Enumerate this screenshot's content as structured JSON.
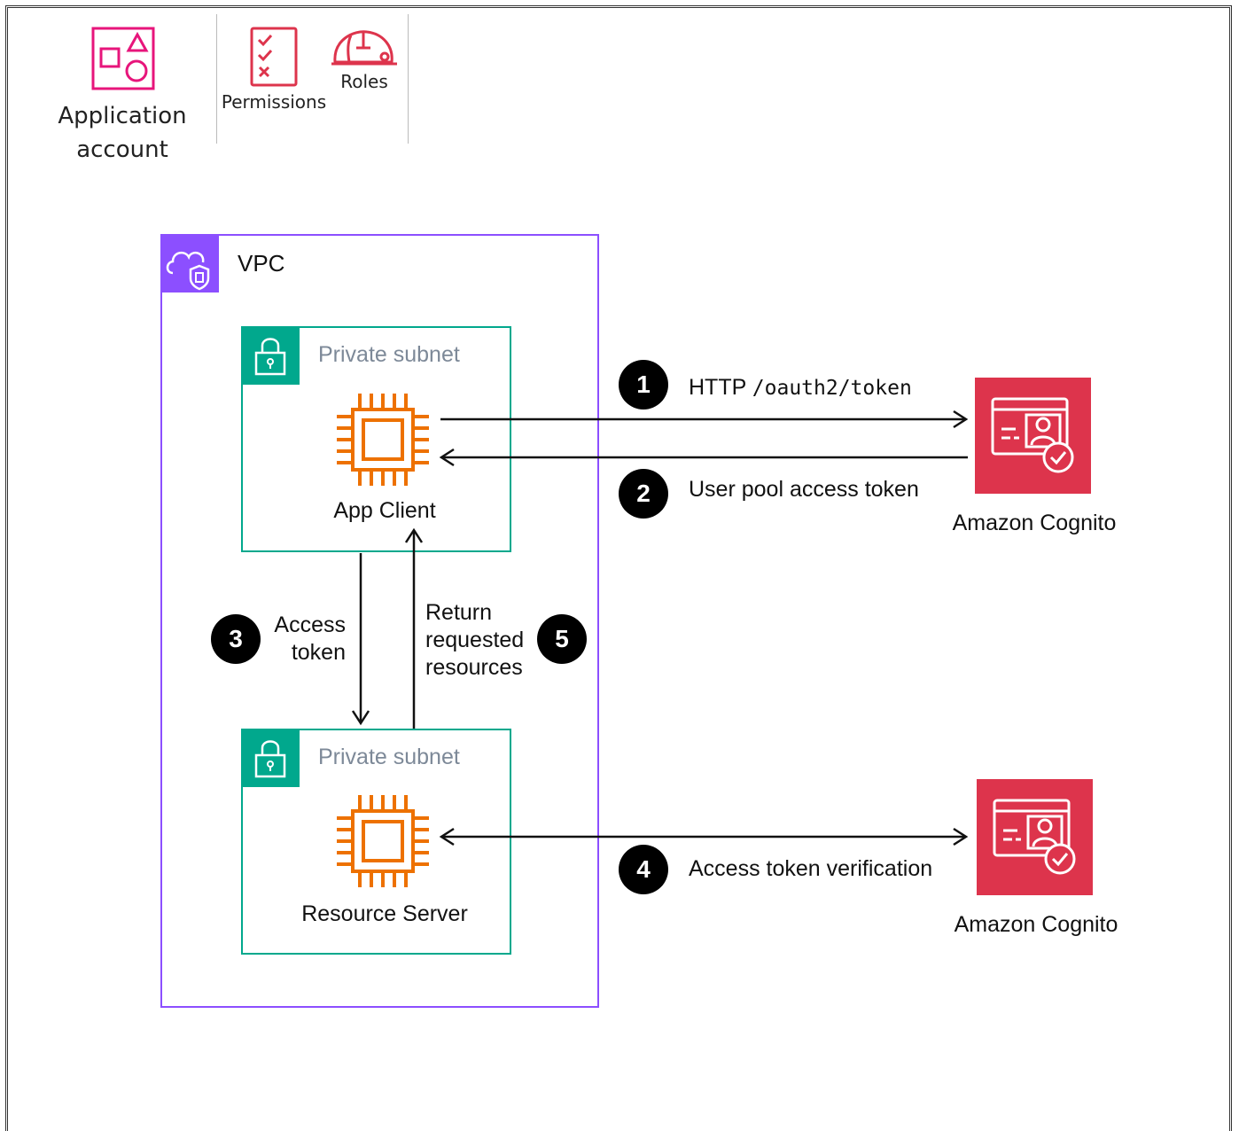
{
  "header": {
    "account_label_line1": "Application",
    "account_label_line2": "account",
    "permissions_label": "Permissions",
    "roles_label": "Roles",
    "icons": [
      "application-account-icon",
      "permissions-icon",
      "roles-icon"
    ]
  },
  "vpc": {
    "label": "VPC",
    "icon": "vpc-cloud-icon"
  },
  "subnets": [
    {
      "label": "Private subnet",
      "icon": "lock-icon",
      "node_label": "App Client",
      "node_icon": "compute-chip-icon"
    },
    {
      "label": "Private subnet",
      "icon": "lock-icon",
      "node_label": "Resource Server",
      "node_icon": "compute-chip-icon"
    }
  ],
  "cognito": [
    {
      "label": "Amazon Cognito",
      "icon": "cognito-icon"
    },
    {
      "label": "Amazon Cognito",
      "icon": "cognito-icon"
    }
  ],
  "steps": [
    {
      "number": "1",
      "text_prefix": "HTTP",
      "text_code": "/oauth2/token"
    },
    {
      "number": "2",
      "text": "User pool access token"
    },
    {
      "number": "3",
      "line1": "Access",
      "line2": "token"
    },
    {
      "number": "4",
      "text": "Access token verification"
    },
    {
      "number": "5",
      "line1": "Return",
      "line2": "requested",
      "line3": "resources"
    }
  ],
  "colors": {
    "vpc": "#8c4fff",
    "subnet": "#01a88d",
    "compute": "#ed7100",
    "cognito": "#dd344c",
    "account": "#e7157b"
  }
}
